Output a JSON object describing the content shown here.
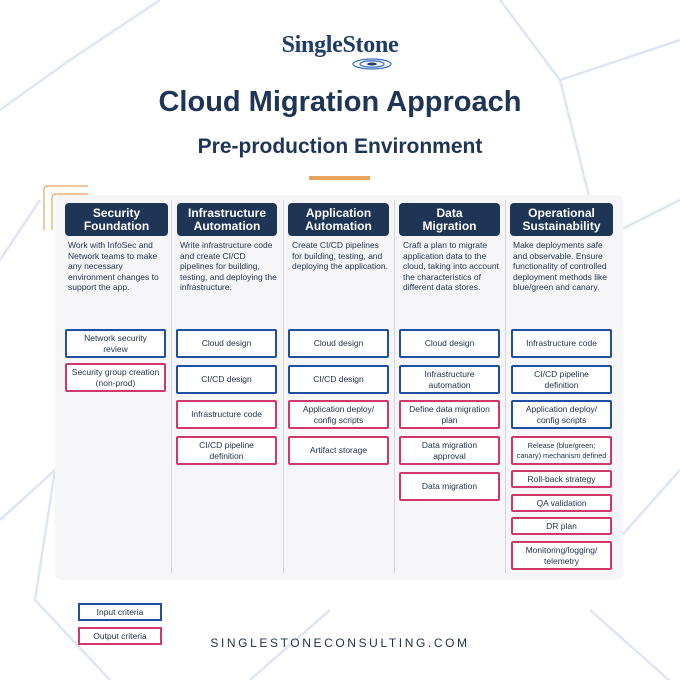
{
  "brand": {
    "logo": "SingleStone"
  },
  "header": {
    "title": "Cloud Migration Approach",
    "subtitle": "Pre-production Environment"
  },
  "colors": {
    "navy": "#1f3556",
    "input_border": "#1f4ea3",
    "output_border": "#d1386a",
    "accent": "#e8a35c"
  },
  "columns": [
    {
      "title_line1": "Security",
      "title_line2": "Foundation",
      "description": "Work with InfoSec and Network teams to make any necessary environment changes to support the app.",
      "criteria": [
        {
          "label": "Network security review",
          "kind": "input"
        },
        {
          "label": "Security group creation (non-prod)",
          "kind": "output"
        }
      ]
    },
    {
      "title_line1": "Infrastructure",
      "title_line2": "Automation",
      "description": "Write infrastructure code and create CI/CD pipelines for building, testing, and deploying the infrastructure.",
      "criteria": [
        {
          "label": "Cloud design",
          "kind": "input"
        },
        {
          "label": "CI/CD design",
          "kind": "input"
        },
        {
          "label": "Infrastructure code",
          "kind": "output"
        },
        {
          "label": "CI/CD pipeline definition",
          "kind": "output"
        }
      ]
    },
    {
      "title_line1": "Application",
      "title_line2": "Automation",
      "description": "Create CI/CD pipelines for building, testing, and deploying the application.",
      "criteria": [
        {
          "label": "Cloud design",
          "kind": "input"
        },
        {
          "label": "CI/CD design",
          "kind": "input"
        },
        {
          "label": "Application deploy/ config scripts",
          "kind": "output"
        },
        {
          "label": "Artifact storage",
          "kind": "output"
        }
      ]
    },
    {
      "title_line1": "Data",
      "title_line2": "Migration",
      "description": "Craft a plan to migrate application data to the cloud, taking into account the characteristics of different data stores.",
      "criteria": [
        {
          "label": "Cloud design",
          "kind": "input"
        },
        {
          "label": "Infrastructure automation",
          "kind": "input"
        },
        {
          "label": "Define data migration plan",
          "kind": "output"
        },
        {
          "label": "Data migration approval",
          "kind": "output"
        },
        {
          "label": "Data migration",
          "kind": "output"
        }
      ]
    },
    {
      "title_line1": "Operational",
      "title_line2": "Sustainability",
      "description": "Make deployments safe and observable. Ensure functionality of controlled deployment methods like blue/green and canary.",
      "criteria": [
        {
          "label": "Infrastructure code",
          "kind": "input"
        },
        {
          "label": "CI/CD pipeline definition",
          "kind": "input"
        },
        {
          "label": "Application deploy/ config scripts",
          "kind": "input"
        },
        {
          "label": "Release (blue/green; canary) mechanism defined",
          "kind": "output"
        },
        {
          "label": "Roll-back strategy",
          "kind": "output"
        },
        {
          "label": "QA validation",
          "kind": "output"
        },
        {
          "label": "DR plan",
          "kind": "output"
        },
        {
          "label": "Monitoring/logging/ telemetry",
          "kind": "output"
        }
      ]
    }
  ],
  "legend": {
    "input_label": "Input criteria",
    "output_label": "Output criteria"
  },
  "footer": {
    "website": "SINGLESTONECONSULTING.COM"
  }
}
